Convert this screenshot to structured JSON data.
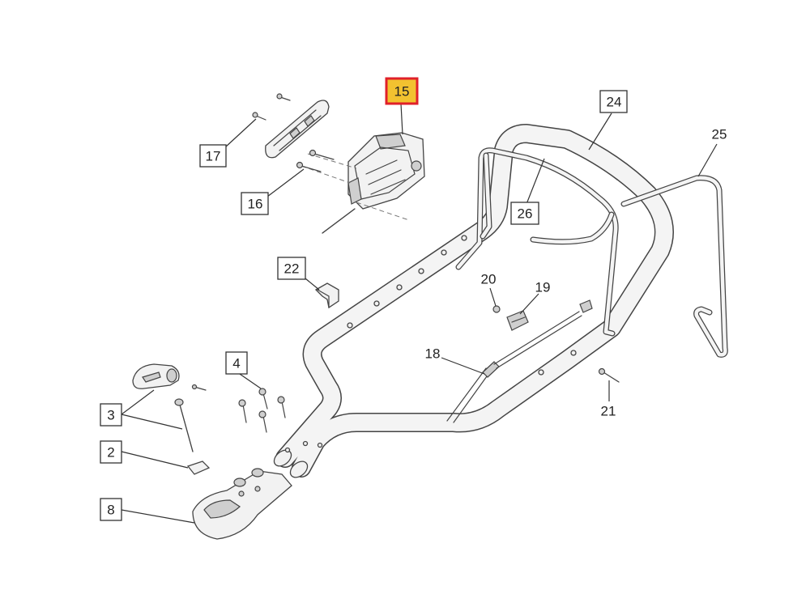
{
  "colors": {
    "line": "#444444",
    "tube_fill": "#f4f4f4",
    "highlight_border": "#e0202a",
    "highlight_fill": "#f2c230"
  },
  "callouts": {
    "p2": "2",
    "p3": "3",
    "p4": "4",
    "p8": "8",
    "p15": "15",
    "p16": "16",
    "p17": "17",
    "p18": "18",
    "p19": "19",
    "p20": "20",
    "p21": "21",
    "p22": "22",
    "p24": "24",
    "p25": "25",
    "p26": "26"
  }
}
